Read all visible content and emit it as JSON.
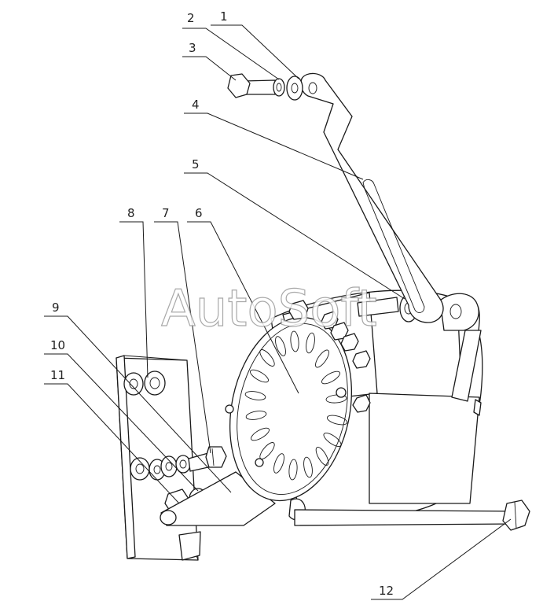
{
  "watermark": "AutoSoft",
  "callouts": [
    {
      "num": "1"
    },
    {
      "num": "2"
    },
    {
      "num": "3"
    },
    {
      "num": "4"
    },
    {
      "num": "5"
    },
    {
      "num": "6"
    },
    {
      "num": "7"
    },
    {
      "num": "8"
    },
    {
      "num": "9"
    },
    {
      "num": "10"
    },
    {
      "num": "11"
    },
    {
      "num": "12"
    }
  ]
}
